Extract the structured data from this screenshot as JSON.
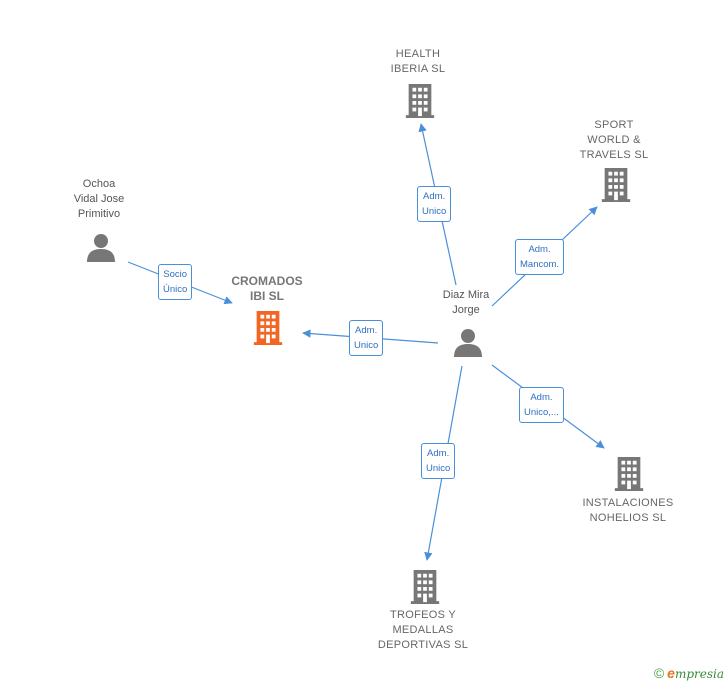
{
  "nodes": {
    "health": {
      "lines": [
        "HEALTH",
        "IBERIA  SL"
      ],
      "type": "company"
    },
    "sport": {
      "lines": [
        "SPORT",
        "WORLD &",
        "TRAVELS  SL"
      ],
      "type": "company"
    },
    "ochoa": {
      "lines": [
        "Ochoa",
        "Vidal Jose",
        "Primitivo"
      ],
      "type": "person"
    },
    "cromados": {
      "lines": [
        "CROMADOS",
        "IBI  SL"
      ],
      "type": "company-main"
    },
    "diaz": {
      "lines": [
        "Diaz Mira",
        "Jorge"
      ],
      "type": "person"
    },
    "instalaciones": {
      "lines": [
        "INSTALACIONES",
        "NOHELIOS SL"
      ],
      "type": "company"
    },
    "trofeos": {
      "lines": [
        "TROFEOS Y",
        "MEDALLAS",
        "DEPORTIVAS SL"
      ],
      "type": "company"
    }
  },
  "edges": {
    "diaz_health": {
      "lines": [
        "Adm.",
        "Unico"
      ]
    },
    "diaz_sport": {
      "lines": [
        "Adm.",
        "Mancom."
      ]
    },
    "ochoa_cromados": {
      "lines": [
        "Socio",
        "Único"
      ]
    },
    "diaz_cromados": {
      "lines": [
        "Adm.",
        "Unico"
      ]
    },
    "diaz_instalaciones": {
      "lines": [
        "Adm.",
        "Unico,..."
      ]
    },
    "diaz_trofeos": {
      "lines": [
        "Adm.",
        "Unico"
      ]
    }
  },
  "colors": {
    "edge": "#4a90d9",
    "company_icon": "#777777",
    "main_company_icon": "#f26522",
    "person_icon": "#777777"
  },
  "watermark": {
    "copyright": "©",
    "brand_initial": "e",
    "brand_rest": "mpresia"
  }
}
